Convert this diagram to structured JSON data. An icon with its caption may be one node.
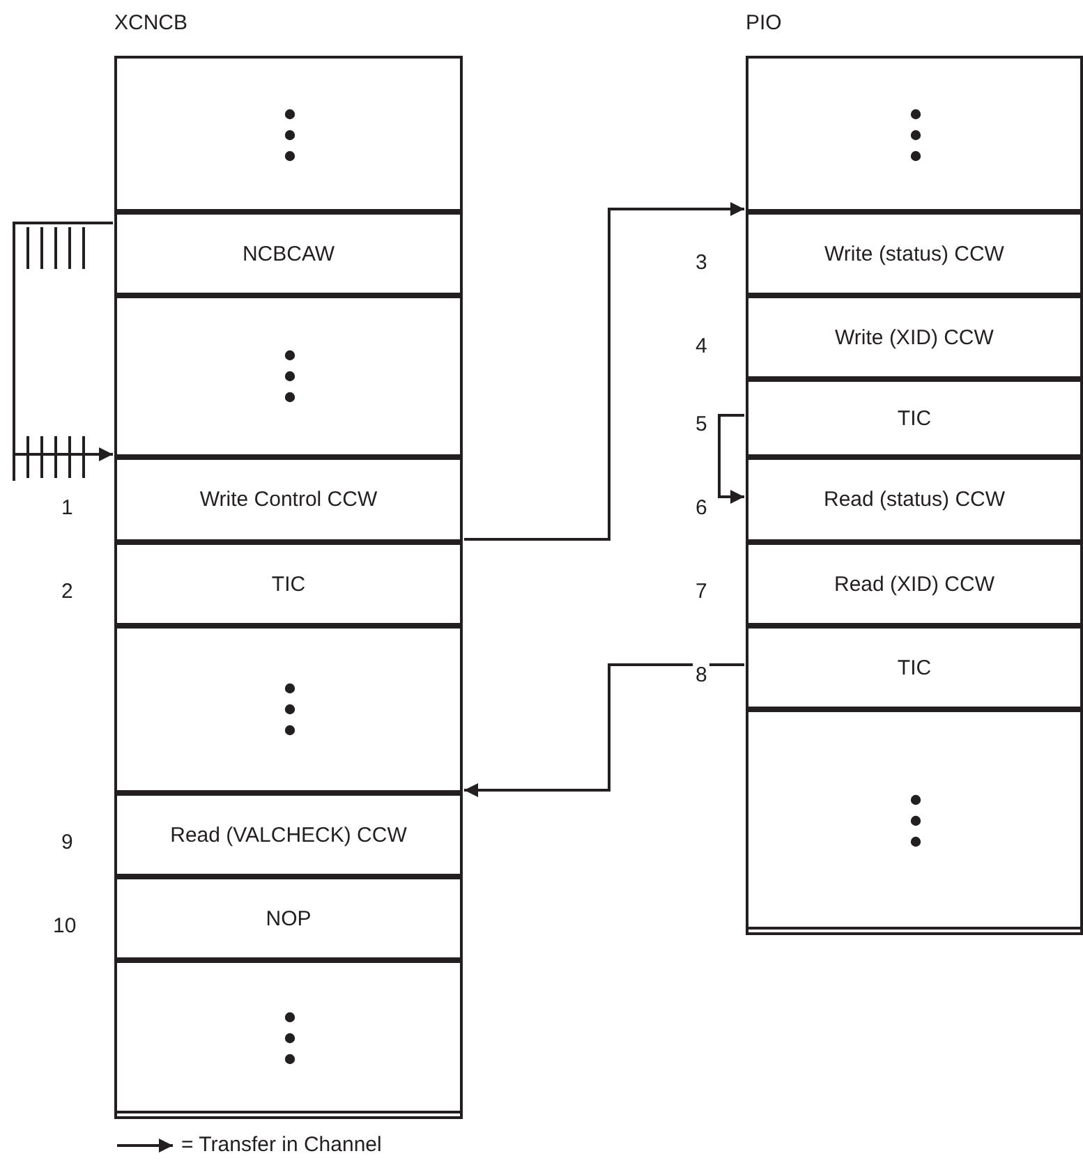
{
  "diagram": {
    "nodes": [
      {
        "text": [
          "XCNCB"
        ]
      },
      {
        "text": [],
        "shape": "box",
        "in": 0
      },
      {
        "text": [
          "NCBCAW"
        ],
        "in": 0
      },
      {
        "text": [],
        "shape": "box",
        "in": 0
      },
      {
        "text": [
          "Write Control CCW"
        ],
        "in": 0,
        "beside": [
          "1"
        ]
      },
      {
        "text": [
          "TIC"
        ],
        "in": 0,
        "beside": [
          "2"
        ]
      },
      {
        "text": [],
        "shape": "box",
        "in": 0
      },
      {
        "text": [
          "Read (VALCHECK) CCW"
        ],
        "in": 0,
        "beside": [
          "9"
        ]
      },
      {
        "text": [
          "NOP"
        ],
        "in": 0,
        "beside": [
          "10"
        ]
      },
      {
        "text": [],
        "shape": "box",
        "in": 0
      },
      {
        "text": [
          "PIO"
        ]
      },
      {
        "text": [],
        "shape": "box",
        "in": 10
      },
      {
        "text": [
          "Write (status) CCW"
        ],
        "in": 10,
        "beside": [
          "3"
        ]
      },
      {
        "text": [
          "Write (XID) CCW"
        ],
        "in": 10,
        "beside": [
          "4"
        ]
      },
      {
        "text": [
          "TIC"
        ],
        "in": 10,
        "beside": [
          "5"
        ]
      },
      {
        "text": [
          "Read (status) CCW"
        ],
        "in": 10,
        "beside": [
          "6"
        ]
      },
      {
        "text": [
          "Read (XID) CCW"
        ],
        "in": 10,
        "beside": [
          "7"
        ]
      },
      {
        "text": [
          "TIC"
        ],
        "in": 10,
        "beside": [
          "8"
        ]
      },
      {
        "text": [],
        "shape": "box",
        "in": 10
      }
    ],
    "edges": [
      {
        "from": 2,
        "to": 4,
        "arrow": "to"
      },
      {
        "from": 4,
        "to": 12,
        "arrow": "to"
      },
      {
        "from": 14,
        "to": 15,
        "arrow": "to"
      },
      {
        "from": 17,
        "to": 7,
        "arrow": "to"
      }
    ],
    "legend": [
      {
        "text": "= Transfer in Channel"
      }
    ]
  }
}
